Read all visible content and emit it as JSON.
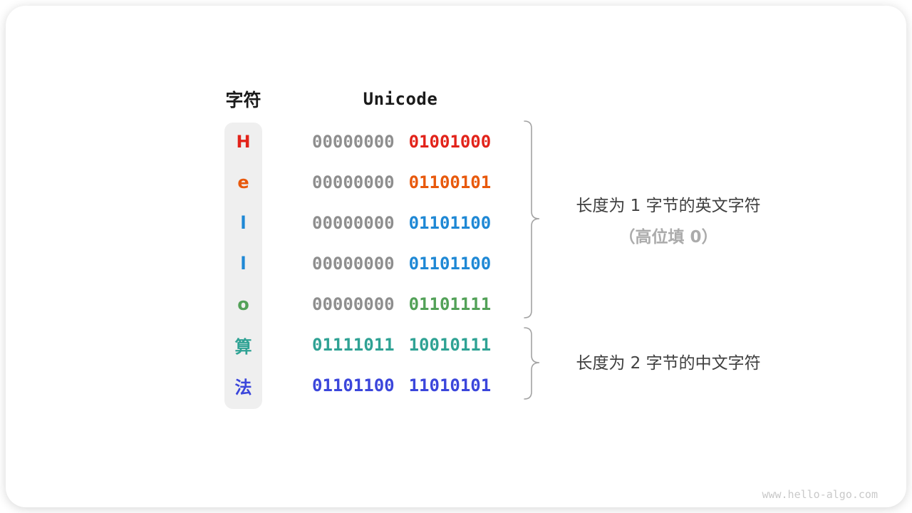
{
  "header": {
    "char_label": "字符",
    "unicode_label": "Unicode"
  },
  "rows": [
    {
      "char": "H",
      "char_color": "#e2231a",
      "byte1": "00000000",
      "byte1_color": "#8e8e8e",
      "byte2": "01001000",
      "byte2_color": "#e2231a"
    },
    {
      "char": "e",
      "char_color": "#e8590c",
      "byte1": "00000000",
      "byte1_color": "#8e8e8e",
      "byte2": "01100101",
      "byte2_color": "#e8590c"
    },
    {
      "char": "l",
      "char_color": "#1e88d5",
      "byte1": "00000000",
      "byte1_color": "#8e8e8e",
      "byte2": "01101100",
      "byte2_color": "#1e88d5"
    },
    {
      "char": "l",
      "char_color": "#1e88d5",
      "byte1": "00000000",
      "byte1_color": "#8e8e8e",
      "byte2": "01101100",
      "byte2_color": "#1e88d5"
    },
    {
      "char": "o",
      "char_color": "#53a158",
      "byte1": "00000000",
      "byte1_color": "#8e8e8e",
      "byte2": "01101111",
      "byte2_color": "#53a158"
    },
    {
      "char": "算",
      "char_color": "#2fa294",
      "byte1": "01111011",
      "byte1_color": "#2fa294",
      "byte2": "10010111",
      "byte2_color": "#2fa294"
    },
    {
      "char": "法",
      "char_color": "#3b46db",
      "byte1": "01101100",
      "byte1_color": "#3b46db",
      "byte2": "11010101",
      "byte2_color": "#3b46db"
    }
  ],
  "annotations": {
    "group1_line1": "长度为 1 字节的英文字符",
    "group1_line2": "（高位填 0）",
    "group2_label": "长度为 2 字节的中文字符"
  },
  "watermark": "www.hello-algo.com",
  "colors": {
    "column_bg": "#efefef",
    "brace": "#a3a3a3"
  }
}
